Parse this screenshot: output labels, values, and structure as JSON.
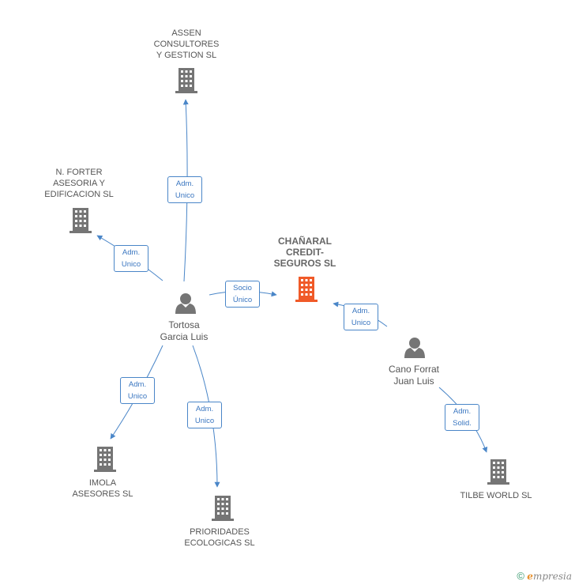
{
  "nodes": {
    "assen": {
      "label": "ASSEN\nCONSULTORES\nY GESTION SL",
      "type": "company"
    },
    "nforter": {
      "label": "N. FORTER\nASESORIA Y\nEDIFICACION SL",
      "type": "company"
    },
    "chanaral": {
      "label": "CHAÑARAL\nCREDIT-\nSEGUROS SL",
      "type": "company-main"
    },
    "tortosa": {
      "label": "Tortosa\nGarcia Luis",
      "type": "person"
    },
    "cano": {
      "label": "Cano Forrat\nJuan Luis",
      "type": "person"
    },
    "imola": {
      "label": "IMOLA\nASESORES SL",
      "type": "company"
    },
    "prioridades": {
      "label": "PRIORIDADES\nECOLOGICAS SL",
      "type": "company"
    },
    "tilbe": {
      "label": "TILBE WORLD SL",
      "type": "company"
    }
  },
  "edges": {
    "e_assen": {
      "label": "Adm.\nUnico"
    },
    "e_nforter": {
      "label": "Adm.\nUnico"
    },
    "e_chanaral_t": {
      "label": "Socio\nÚnico"
    },
    "e_chanaral_c": {
      "label": "Adm.\nUnico"
    },
    "e_imola": {
      "label": "Adm.\nUnico"
    },
    "e_prioridades": {
      "label": "Adm.\nUnico"
    },
    "e_tilbe": {
      "label": "Adm.\nSolid."
    }
  },
  "colors": {
    "edge": "#4a86c8",
    "company": "#757575",
    "company_main": "#f05a28",
    "person": "#757575"
  },
  "brand": {
    "copyright": "©",
    "e": "e",
    "rest": "mpresia"
  }
}
